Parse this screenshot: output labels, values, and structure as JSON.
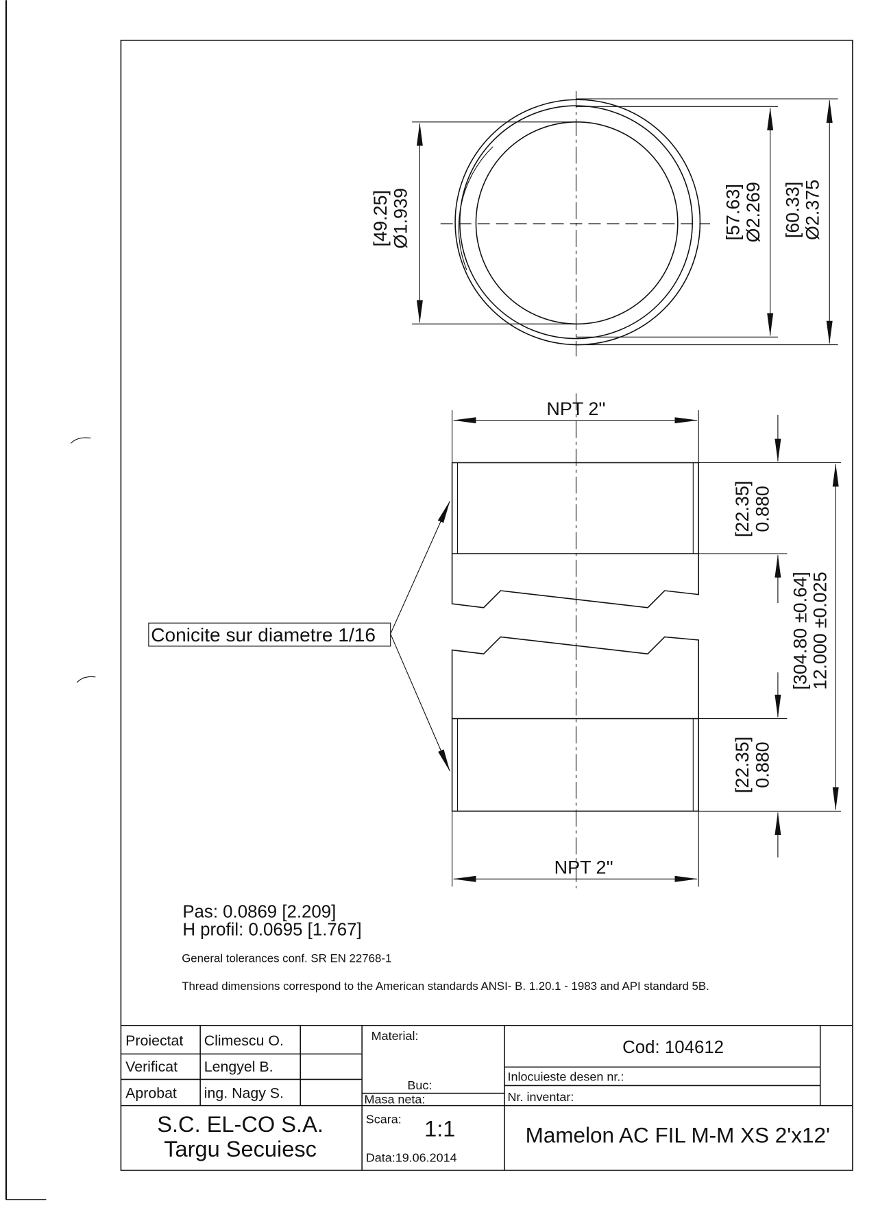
{
  "top_view": {
    "dim_inner": {
      "metric": "49.25",
      "imperial": "Ø1.939"
    },
    "dim_middle": {
      "metric": "57.63",
      "imperial": "Ø2.269"
    },
    "dim_outer": {
      "metric": "60.33",
      "imperial": "Ø2.375"
    }
  },
  "side_view": {
    "thread_top": "NPT 2''",
    "thread_bottom": "NPT 2''",
    "thread_len_top": {
      "metric": "22.35",
      "imperial": "0.880"
    },
    "thread_len_bottom": {
      "metric": "22.35",
      "imperial": "0.880"
    },
    "total_length": {
      "metric": "304.80 ±0.64",
      "imperial": "12.000 ±0.025"
    },
    "taper_note": "Conicite sur diametre 1/16"
  },
  "notes": {
    "pitch": "Pas: 0.0869 [2.209]",
    "profile_height": "H profil: 0.0695 [1.767]",
    "tolerances": "General tolerances conf. SR EN 22768-1",
    "standards": "Thread dimensions correspond to the American standards ANSI- B. 1.20.1 - 1983 and API standard 5B."
  },
  "title_block": {
    "rows": [
      {
        "role": "Proiectat",
        "name": "Climescu O."
      },
      {
        "role": "Verificat",
        "name": "Lengyel B."
      },
      {
        "role": "Aprobat",
        "name": "ing. Nagy S."
      }
    ],
    "material_label": "Material:",
    "buc_label": "Buc:",
    "mass_label": "Masa neta:",
    "code": "Cod: 104612",
    "replaces_label": "Inlocuieste desen nr.:",
    "inventory_label": "Nr. inventar:",
    "company_line1": "S.C. EL-CO S.A.",
    "company_line2": "Targu Secuiesc",
    "scale_label": "Scara:",
    "scale_value": "1:1",
    "date": "Data:19.06.2014",
    "part_name": "Mamelon AC FIL M-M XS 2'x12'"
  }
}
